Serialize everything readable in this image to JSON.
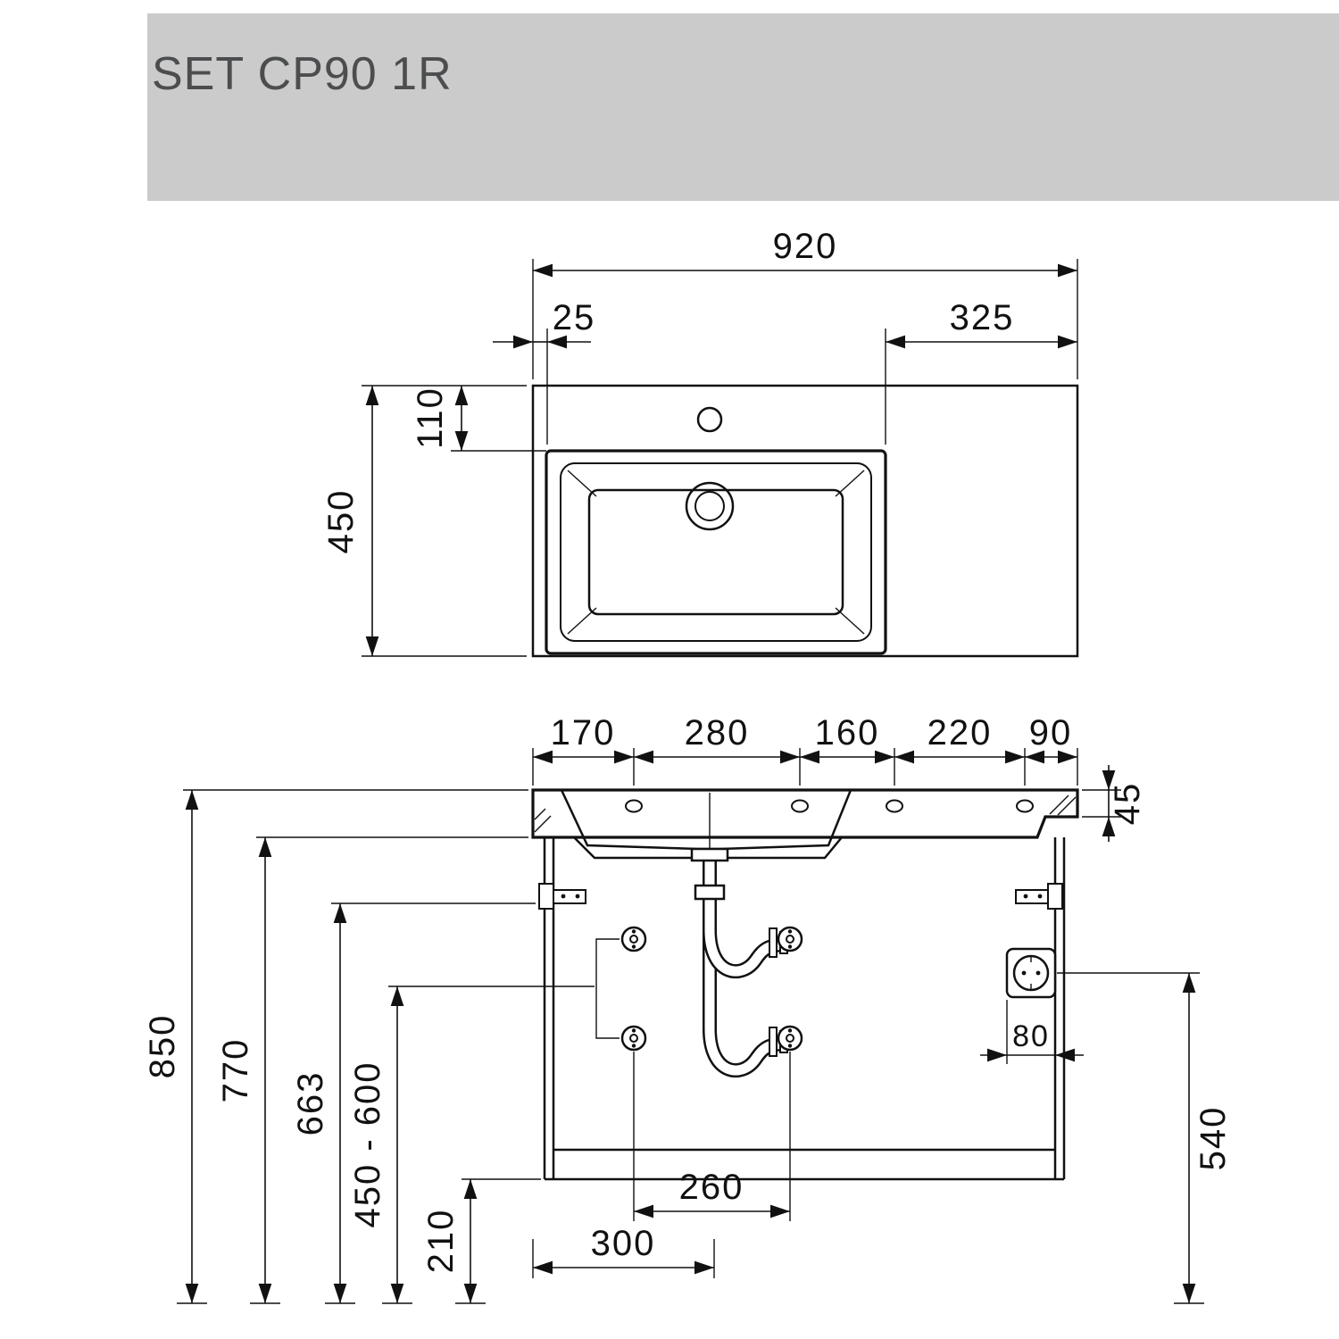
{
  "title": "SET CP90 1R",
  "top_view": {
    "overall_width": "920",
    "basin_left_offset": "25",
    "right_ledge_width": "325",
    "basin_back_offset": "110",
    "depth": "450"
  },
  "front_view": {
    "spacings": [
      "170",
      "280",
      "160",
      "220",
      "90"
    ],
    "edge_thickness": "45",
    "overall_height": "850",
    "basin_underside_height": "770",
    "bracket_height": "663",
    "connection_height_range": "450 - 600",
    "bottom_clearance": "210",
    "valve_spacing": "260",
    "drain_offset": "300",
    "socket_offset": "80",
    "socket_height": "540"
  }
}
